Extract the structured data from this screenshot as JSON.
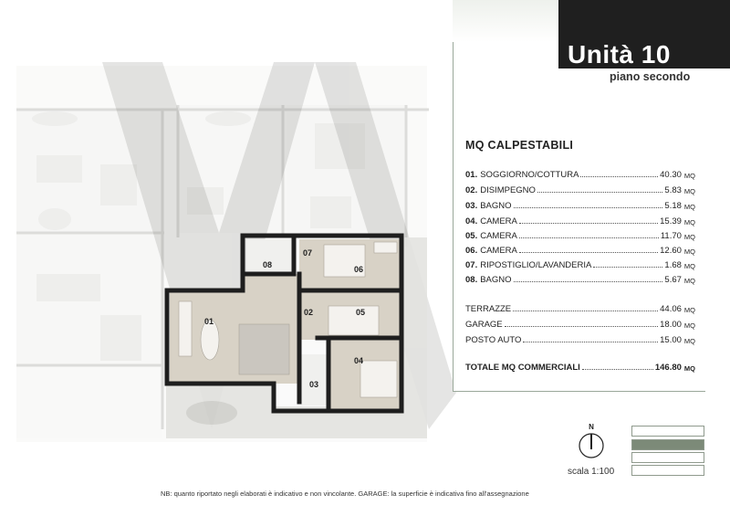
{
  "header": {
    "title_word": "Unità",
    "title_number": "10",
    "subtitle": "piano secondo"
  },
  "mq": {
    "heading": "MQ CALPESTABILI",
    "unit": "MQ",
    "rooms": [
      {
        "num": "01.",
        "label": "SOGGIORNO/COTTURA",
        "value": "40.30"
      },
      {
        "num": "02.",
        "label": "DISIMPEGNO",
        "value": "5.83"
      },
      {
        "num": "03.",
        "label": "BAGNO",
        "value": "5.18"
      },
      {
        "num": "04.",
        "label": "CAMERA",
        "value": "15.39"
      },
      {
        "num": "05.",
        "label": "CAMERA",
        "value": "11.70"
      },
      {
        "num": "06.",
        "label": "CAMERA",
        "value": "12.60"
      },
      {
        "num": "07.",
        "label": "RIPOSTIGLIO/LAVANDERIA",
        "value": "1.68"
      },
      {
        "num": "08.",
        "label": "BAGNO",
        "value": "5.67"
      }
    ],
    "extras": [
      {
        "label": "TERRAZZE",
        "value": "44.06"
      },
      {
        "label": "GARAGE",
        "value": "18.00"
      },
      {
        "label": "POSTO AUTO",
        "value": "15.00"
      }
    ],
    "total": {
      "label": "TOTALE MQ COMMERCIALI",
      "value": "146.80"
    }
  },
  "plan": {
    "room_labels": [
      "01",
      "02",
      "03",
      "04",
      "05",
      "06",
      "07",
      "08"
    ]
  },
  "compass": {
    "north": "N"
  },
  "scale": "scala 1:100",
  "note": "NB: quanto riportato negli elaborati è indicativo e non vincolante. GARAGE: la superficie è indicativa fino all'assegnazione",
  "colors": {
    "accent": "#7c8a78",
    "title_bg": "#1f1f1f",
    "wall": "#1e1e1e",
    "floor_wood": "#d8d2c6"
  }
}
